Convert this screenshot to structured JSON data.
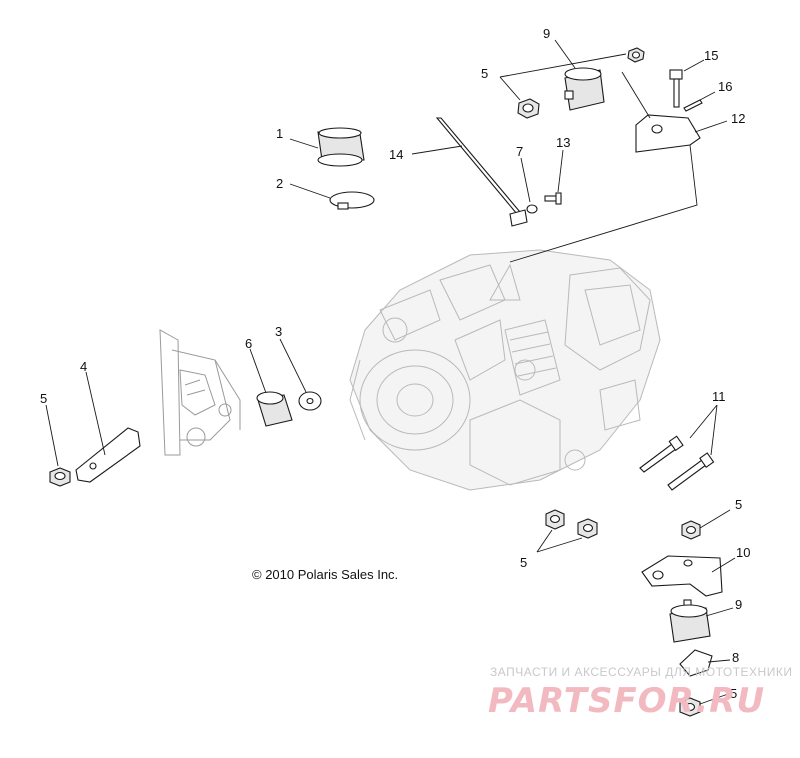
{
  "callouts": {
    "c1": "1",
    "c2": "2",
    "c3": "3",
    "c4": "4",
    "c5a": "5",
    "c5b": "5",
    "c5c": "5",
    "c5d": "5",
    "c5e": "5",
    "c6": "6",
    "c7": "7",
    "c8": "8",
    "c9a": "9",
    "c9b": "9",
    "c10": "10",
    "c11": "11",
    "c12": "12",
    "c13": "13",
    "c14": "14",
    "c15": "15",
    "c16": "16"
  },
  "copyright": "© 2010 Polaris Sales Inc.",
  "watermark": {
    "tagline": "ЗАПЧАСТИ И АКСЕССУАРЫ ДЛЯ МОТОТЕХНИКИ",
    "logo": "PARTSFOR.RU"
  },
  "colors": {
    "line": "#1a1a1a",
    "engine": "#b9b9b9",
    "watermark_logo": "#f2b9c0"
  }
}
